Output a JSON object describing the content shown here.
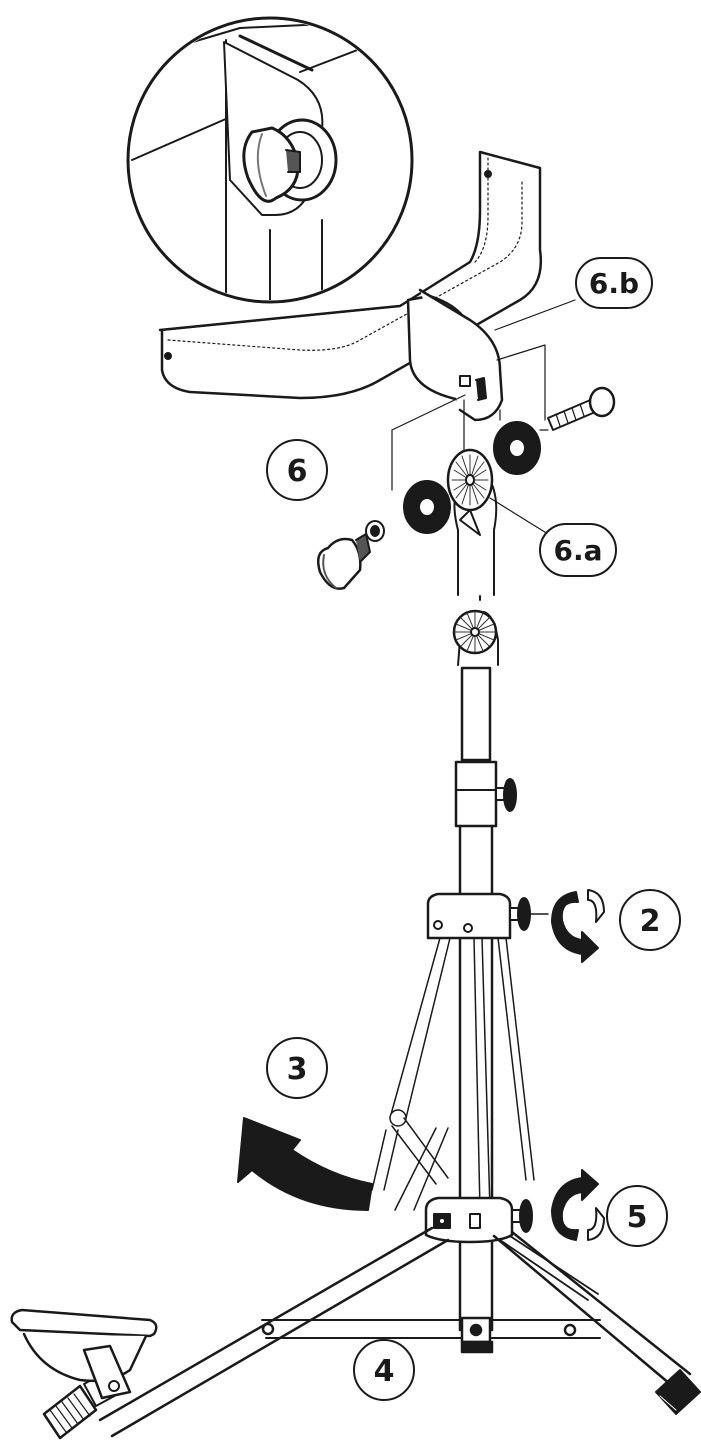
{
  "callouts": {
    "step_6": "6",
    "step_6a": "6.a",
    "step_6b": "6.b",
    "step_2": "2",
    "step_3": "3",
    "step_4": "4",
    "step_5": "5"
  },
  "colors": {
    "ink": "#1a1a1a",
    "shade": "#555555",
    "paper": "#ffffff"
  }
}
